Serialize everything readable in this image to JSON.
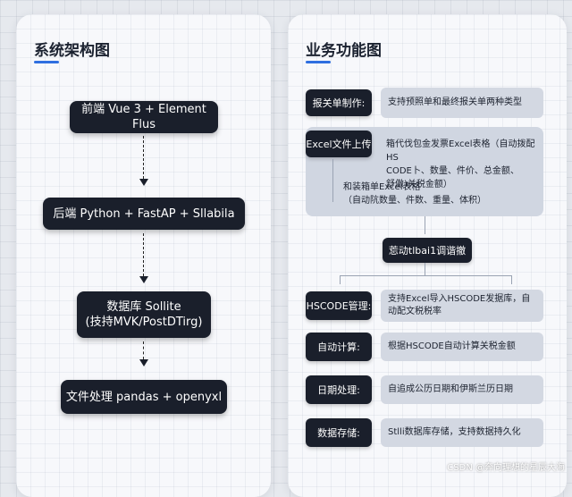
{
  "left_panel": {
    "title": "系统架构图",
    "nodes": [
      "前端 Vue 3 + Element Flus",
      "后端 Python + FastAP + Sllabila",
      "数据库 Sollite",
      "(技持MVK/PostDTirg)",
      "文件处理 pandas + openyxl"
    ]
  },
  "right_panel": {
    "title": "业务功能图",
    "rows": {
      "r1_label": "报关单制作:",
      "r1_desc": "支持预照单和最终报关单两种类型",
      "r2_label": "Excel文件上传",
      "r2_desc_line1": "箱代伐包金发票Excel表格（自动拨配HS",
      "r2_desc_line2": "CODE卜、数量、件价、总金额、",
      "r2_desc_line3": "舒傲)关税金额）",
      "r2_sub_line1": "和装箱单Excel表格",
      "r2_sub_line2": "（自动阬数量、件数、重量、体积）",
      "r3_center": "莣动tlbai1调谐撤",
      "r4_label": "HSCODE管理:",
      "r4_desc": "支持Excel导入HSCODE发据库，自动配文税税率",
      "r5_label": "自动计算:",
      "r5_desc": "根据HSCODE自动计算关税金额",
      "r6_label": "日期处理:",
      "r6_desc": "自追成公历日期和伊斯兰历日期",
      "r7_label": "数据存储:",
      "r7_desc": "Stlli数据库存储，支持数据持久化"
    }
  },
  "watermark": "CSDN @奔向理想的星辰大海"
}
